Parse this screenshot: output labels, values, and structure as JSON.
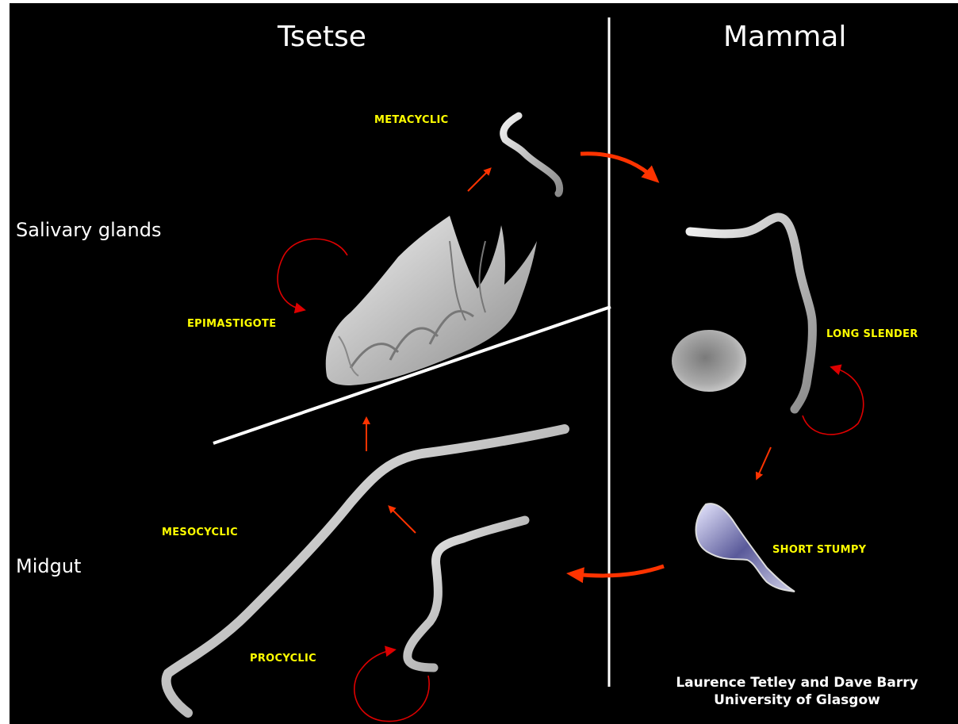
{
  "titles": {
    "left": "Tsetse",
    "right": "Mammal"
  },
  "regions": {
    "upper": "Salivary glands",
    "lower": "Midgut"
  },
  "stages": {
    "metacyclic": "METACYCLIC",
    "epimastigote": "EPIMASTIGOTE",
    "mesocyclic": "MESOCYCLIC",
    "procyclic": "PROCYCLIC",
    "long_slender": "LONG SLENDER",
    "short_stumpy": "SHORT STUMPY"
  },
  "credit": {
    "line1": "Laurence Tetley and Dave Barry",
    "line2": "University of Glasgow"
  },
  "colors": {
    "background": "#000000",
    "divider": "#ffffff",
    "stage_label": "#ffff00",
    "arrow": "#ff3300",
    "cycle_arrow": "#dd0000"
  }
}
